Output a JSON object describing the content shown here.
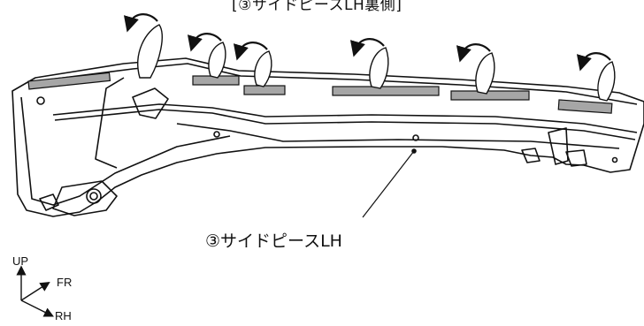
{
  "header": {
    "caption": "[③サイドピースLH裏側]"
  },
  "callout": {
    "label": "③サイドピースLH"
  },
  "axes": {
    "up": "UP",
    "fr": "FR",
    "rh": "RH"
  }
}
